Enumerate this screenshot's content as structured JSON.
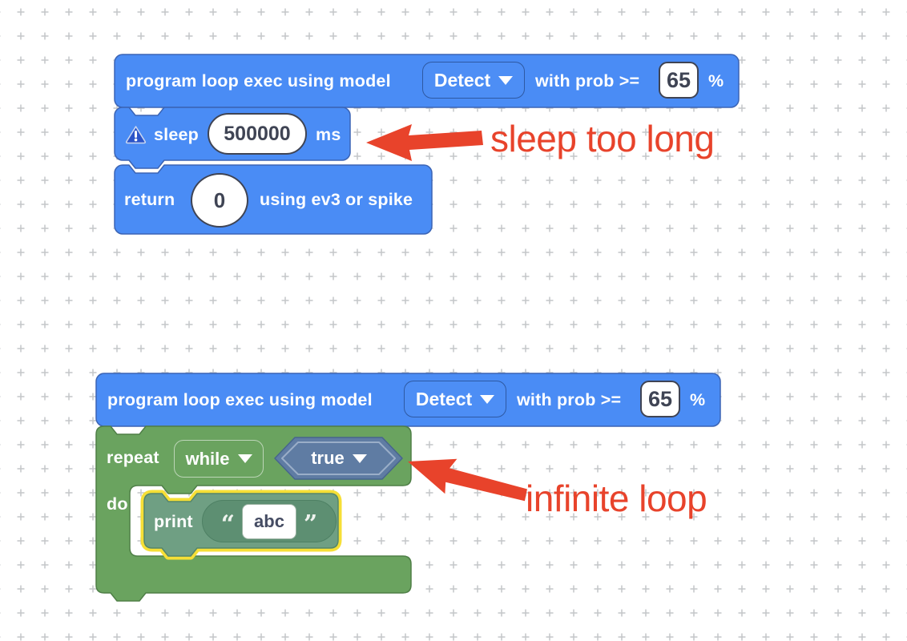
{
  "annotations": {
    "sleep_note": "sleep too long",
    "loop_note": "infinite loop",
    "note_color": "#e8432b"
  },
  "colors": {
    "block_blue": "#4a8cf5",
    "block_blue_border": "#3b64b5",
    "block_green": "#6aa35f",
    "block_green_border": "#4f7f47",
    "block_sage": "#6f9f83",
    "block_sage_border": "#55866a",
    "inner_pill_green": "#5d8f72",
    "condition_hex_slate": "#5f7ca3",
    "selection_yellow": "#f6df36",
    "grid_dot_gray": "#c4c6c9"
  },
  "top_stack": {
    "program_block": {
      "label": "program loop exec using model",
      "model_value": "Detect",
      "prob_label": "with prob >=",
      "prob_value": "65",
      "percent_label": "%"
    },
    "sleep_block": {
      "label": "sleep",
      "duration_value": "500000",
      "unit_label": "ms"
    },
    "return_block": {
      "label": "return",
      "return_value": "0",
      "suffix_label": "using ev3 or spike"
    }
  },
  "bottom_stack": {
    "program_block": {
      "label": "program loop exec using model",
      "model_value": "Detect",
      "prob_label": "with prob >=",
      "prob_value": "65",
      "percent_label": "%"
    },
    "repeat_block": {
      "label": "repeat",
      "mode_value": "while",
      "condition_value": "true",
      "do_label": "do"
    },
    "print_block": {
      "label": "print",
      "open_quote": "“",
      "text_value": "abc",
      "close_quote": "”"
    }
  }
}
